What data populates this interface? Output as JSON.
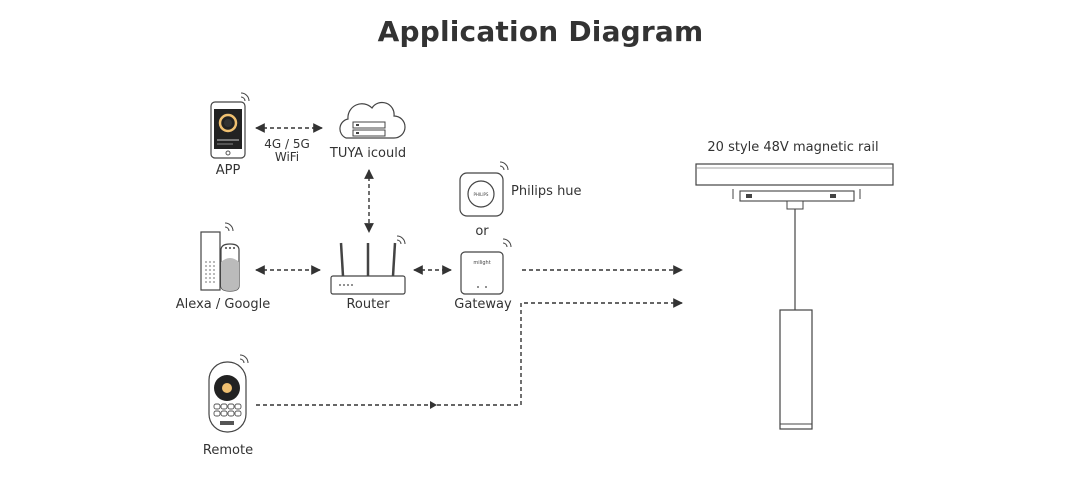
{
  "title": "Application Diagram",
  "nodes": {
    "app": "APP",
    "network": [
      "4G / 5G",
      "WiFi"
    ],
    "cloud": "TUYA icould",
    "philips": "Philips hue",
    "or": "or",
    "alexa": "Alexa / Google",
    "router": "Router",
    "gateway": "Gateway",
    "remote": "Remote",
    "rail": "20 style 48V magnetic rail"
  },
  "icons": [
    "phone-icon",
    "cloud-icon",
    "smart-speaker-icon",
    "router-icon",
    "philips-bridge-icon",
    "gateway-icon",
    "remote-icon",
    "pendant-light-icon"
  ],
  "colors": {
    "line": "#333333",
    "text": "#333333",
    "background": "#ffffff"
  }
}
